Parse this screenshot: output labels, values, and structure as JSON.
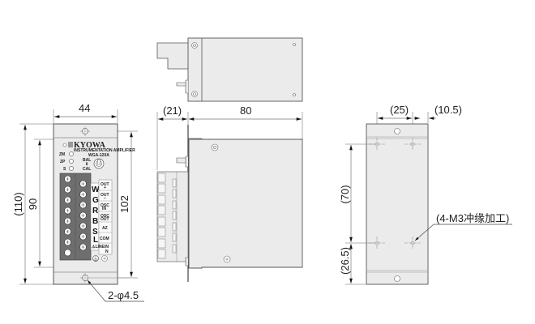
{
  "colors": {
    "panel_fill": "#ebebeb",
    "outline": "#555555",
    "dim_line": "#999999",
    "terminal_fill": "#6e6e6e",
    "text": "#222222"
  },
  "front_view": {
    "dimensions": {
      "width": "44",
      "overall_height": "(110)",
      "mount_pitch": "90",
      "panel_height": "102",
      "mount_hole": "2-φ4.5"
    },
    "panel": {
      "brand": "KYOWA",
      "subtitle": "INSTRUMENTATION AMPLIFIER",
      "model": "WGA-120A",
      "adjust_labels": [
        "ZM",
        "ZP",
        "S"
      ],
      "switch_labels": {
        "top": "BAL",
        "bottom": "CAL"
      },
      "terminal_letters": [
        "W",
        "G",
        "R",
        "B",
        "S",
        "L"
      ],
      "terminal_functions": [
        "OUT +",
        "OUT −",
        "OSC IN",
        "OSC OUT",
        "AZ",
        "COM",
        "LINE IN",
        "N"
      ],
      "line_warning": "⚠ LINE IN"
    }
  },
  "top_view": {},
  "side_view": {
    "dimensions": {
      "terminal_depth": "(21)",
      "body_depth": "80"
    }
  },
  "rear_view": {
    "dimensions": {
      "hole_pitch_x": "(25)",
      "edge_offset_x": "(10.5)",
      "hole_pitch_y": "(70)",
      "edge_offset_y": "(26.5)"
    },
    "hole_note": "(4-M3冲缘加工)"
  }
}
